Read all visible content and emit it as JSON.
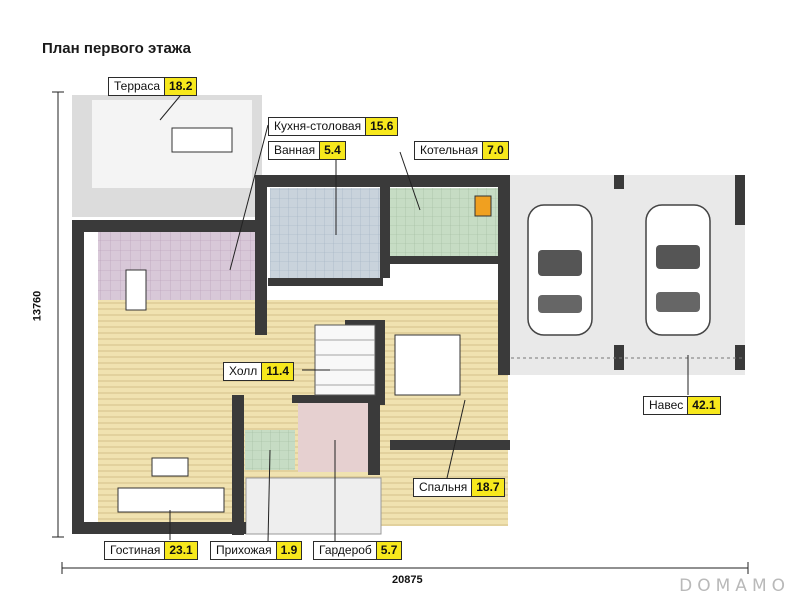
{
  "title": "План первого этажа",
  "rooms": {
    "terrace": {
      "name": "Терраса",
      "area": "18.2"
    },
    "kitchen": {
      "name": "Кухня-столовая",
      "area": "15.6"
    },
    "bathroom": {
      "name": "Ванная",
      "area": "5.4"
    },
    "boiler": {
      "name": "Котельная",
      "area": "7.0"
    },
    "hall": {
      "name": "Холл",
      "area": "11.4"
    },
    "carport": {
      "name": "Навес",
      "area": "42.1"
    },
    "bedroom": {
      "name": "Спальня",
      "area": "18.7"
    },
    "living": {
      "name": "Гостиная",
      "area": "23.1"
    },
    "entrance": {
      "name": "Прихожая",
      "area": "1.9"
    },
    "wardrobe": {
      "name": "Гардероб",
      "area": "5.7"
    }
  },
  "dimensions": {
    "width": "20875",
    "depth": "13760"
  },
  "watermark": "DOMAMO",
  "colors": {
    "label_highlight": "#f7e81c",
    "kitchen_floor": "#d8c8d8",
    "wood_floor": "#f0e2b0",
    "tile_floor": "#c6dcc4",
    "bath_floor": "#c9d3dc",
    "carport_floor": "#e9e9e9",
    "wall": "#3a3a3a"
  }
}
